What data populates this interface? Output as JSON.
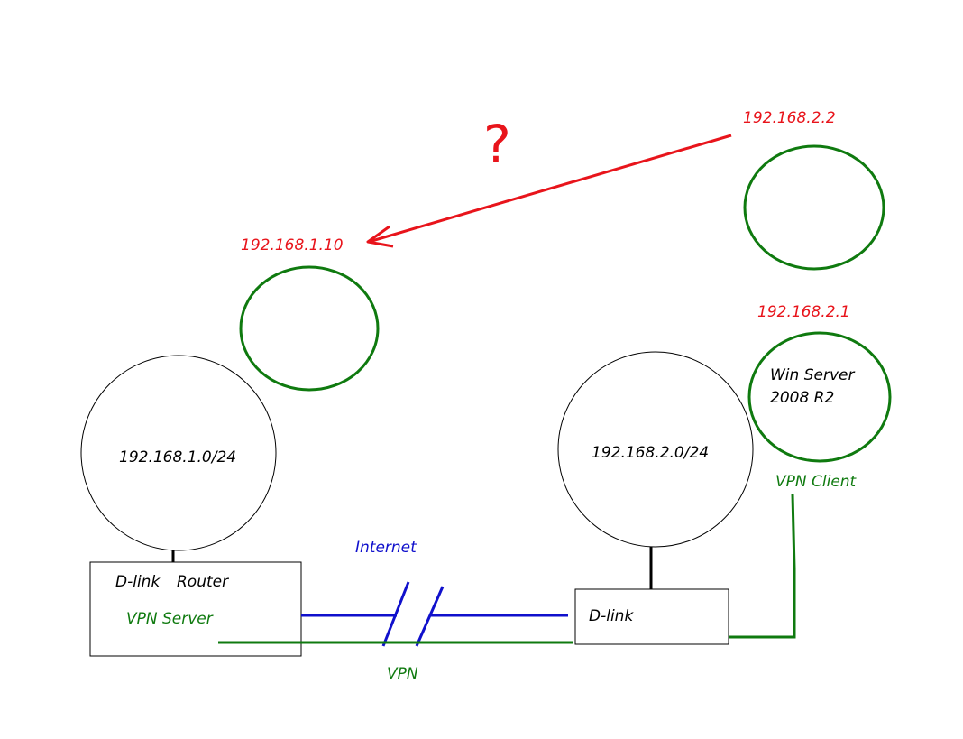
{
  "labels": {
    "remote_host_ip": "192.168.2.2",
    "target_host_ip": "192.168.1.10",
    "question_mark": "?",
    "win_server_ip": "192.168.2.1",
    "win_server_line1": "Win Server",
    "win_server_line2": "2008 R2",
    "vpn_client": "VPN Client",
    "network_left": "192.168.1.0/24",
    "network_right": "192.168.2.0/24",
    "internet": "Internet",
    "router_left_line1_a": "D-link",
    "router_left_line1_b": "Router",
    "vpn_server": "VPN Server",
    "router_right": "D-link",
    "vpn": "VPN"
  },
  "colors": {
    "ip_label": "#e8141b",
    "node_outline": "#0f7a0f",
    "vpn_link": "#0f7a0f",
    "internet_link": "#1010cc",
    "network_outline": "#000000"
  }
}
